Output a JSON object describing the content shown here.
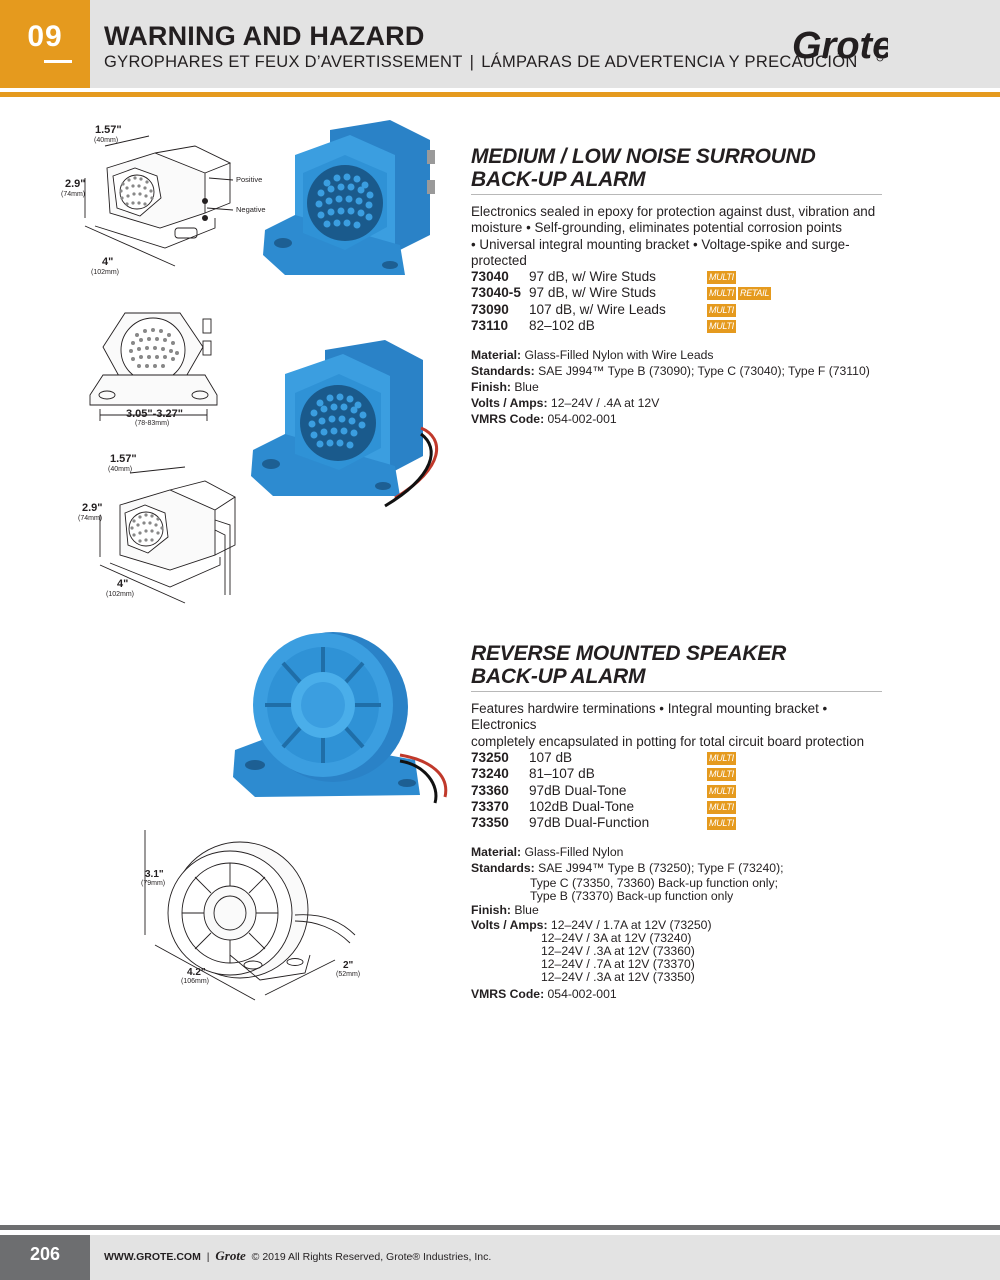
{
  "header": {
    "section_number": "09",
    "title": "WARNING AND HAZARD",
    "subtitle_fr": "GYROPHARES ET FEUX D’AVERTISSEMENT",
    "subtitle_divider": "|",
    "subtitle_es": "LÁMPARAS DE ADVERTENCIA Y PRECAUCIÓN",
    "brand_logo": "Grote"
  },
  "product1": {
    "title_line1": "MEDIUM / LOW NOISE SURROUND",
    "title_line2": "BACK-UP ALARM",
    "desc_line1": "Electronics sealed in epoxy for protection against dust, vibration and",
    "desc_line2": "moisture  •  Self-grounding, eliminates potential corrosion points",
    "desc_line3": "•  Universal integral mounting bracket  •  Voltage-spike and surge-protected",
    "items": [
      {
        "part": "73040",
        "desc": "97 dB, w/ Wire Studs",
        "badge1": "MULTI",
        "badge2": ""
      },
      {
        "part": "73040-5",
        "desc": "97 dB, w/ Wire Studs",
        "badge1": "MULTI",
        "badge2": "RETAIL"
      },
      {
        "part": "73090",
        "desc": "107 dB, w/ Wire Leads",
        "badge1": "MULTI",
        "badge2": ""
      },
      {
        "part": "73110",
        "desc": "82–102 dB",
        "badge1": "MULTI",
        "badge2": ""
      }
    ],
    "material_label": "Material:",
    "material": "Glass-Filled Nylon with Wire Leads",
    "standards_label": "Standards:",
    "standards": "SAE J994™ Type B (73090); Type C (73040); Type F (73110)",
    "finish_label": "Finish:",
    "finish": "Blue",
    "volts_label": "Volts / Amps:",
    "volts": "12–24V / .4A at 12V",
    "vmrs_label": "VMRS Code:",
    "vmrs": "054-002-001",
    "dims": {
      "d1": "1.57\"",
      "d1mm": "(40mm)",
      "d2": "2.9\"",
      "d2mm": "(74mm)",
      "d3": "4\"",
      "d3mm": "(102mm)",
      "positive": "Positive",
      "negative": "Negative",
      "d4": "3.05\"-3.27\"",
      "d4mm": "(78-83mm)",
      "d5": "1.57\"",
      "d5mm": "(40mm)",
      "d6": "2.9\"",
      "d6mm": "(74mm)",
      "d7": "4\"",
      "d7mm": "(102mm)"
    }
  },
  "product2": {
    "title_line1": "REVERSE MOUNTED SPEAKER",
    "title_line2": "BACK-UP ALARM",
    "desc_line1": "Features hardwire terminations  •  Integral mounting bracket  •  Electronics",
    "desc_line2": "completely encapsulated in potting for total circuit board protection",
    "items": [
      {
        "part": "73250",
        "desc": "107 dB",
        "badge1": "MULTI"
      },
      {
        "part": "73240",
        "desc": "81–107 dB",
        "badge1": "MULTI"
      },
      {
        "part": "73360",
        "desc": "97dB Dual-Tone",
        "badge1": "MULTI"
      },
      {
        "part": "73370",
        "desc": "102dB Dual-Tone",
        "badge1": "MULTI"
      },
      {
        "part": "73350",
        "desc": "97dB Dual-Function",
        "badge1": "MULTI"
      }
    ],
    "material_label": "Material:",
    "material": "Glass-Filled Nylon",
    "standards_label": "Standards:",
    "standards_1": "SAE J994™ Type B (73250); Type F (73240);",
    "standards_2": "Type C (73350, 73360) Back-up function only;",
    "standards_3": "Type B (73370) Back-up function only",
    "finish_label": "Finish:",
    "finish": "Blue",
    "volts_label": "Volts / Amps:",
    "volts_1": "12–24V / 1.7A at 12V (73250)",
    "volts_2": "12–24V / 3A at 12V (73240)",
    "volts_3": "12–24V / .3A at 12V (73360)",
    "volts_4": "12–24V / .7A at 12V (73370)",
    "volts_5": "12–24V / .3A at 12V (73350)",
    "vmrs_label": "VMRS Code:",
    "vmrs": "054-002-001",
    "dims": {
      "d1": "3.1\"",
      "d1mm": "(79mm)",
      "d2": "4.2\"",
      "d2mm": "(106mm)",
      "d3": "2\"",
      "d3mm": "(52mm)"
    }
  },
  "footer": {
    "page_number": "206",
    "website": "WWW.GROTE.COM",
    "divider": "|",
    "logo": "Grote",
    "copyright": "© 2019 All Rights Reserved, Grote® Industries, Inc."
  }
}
